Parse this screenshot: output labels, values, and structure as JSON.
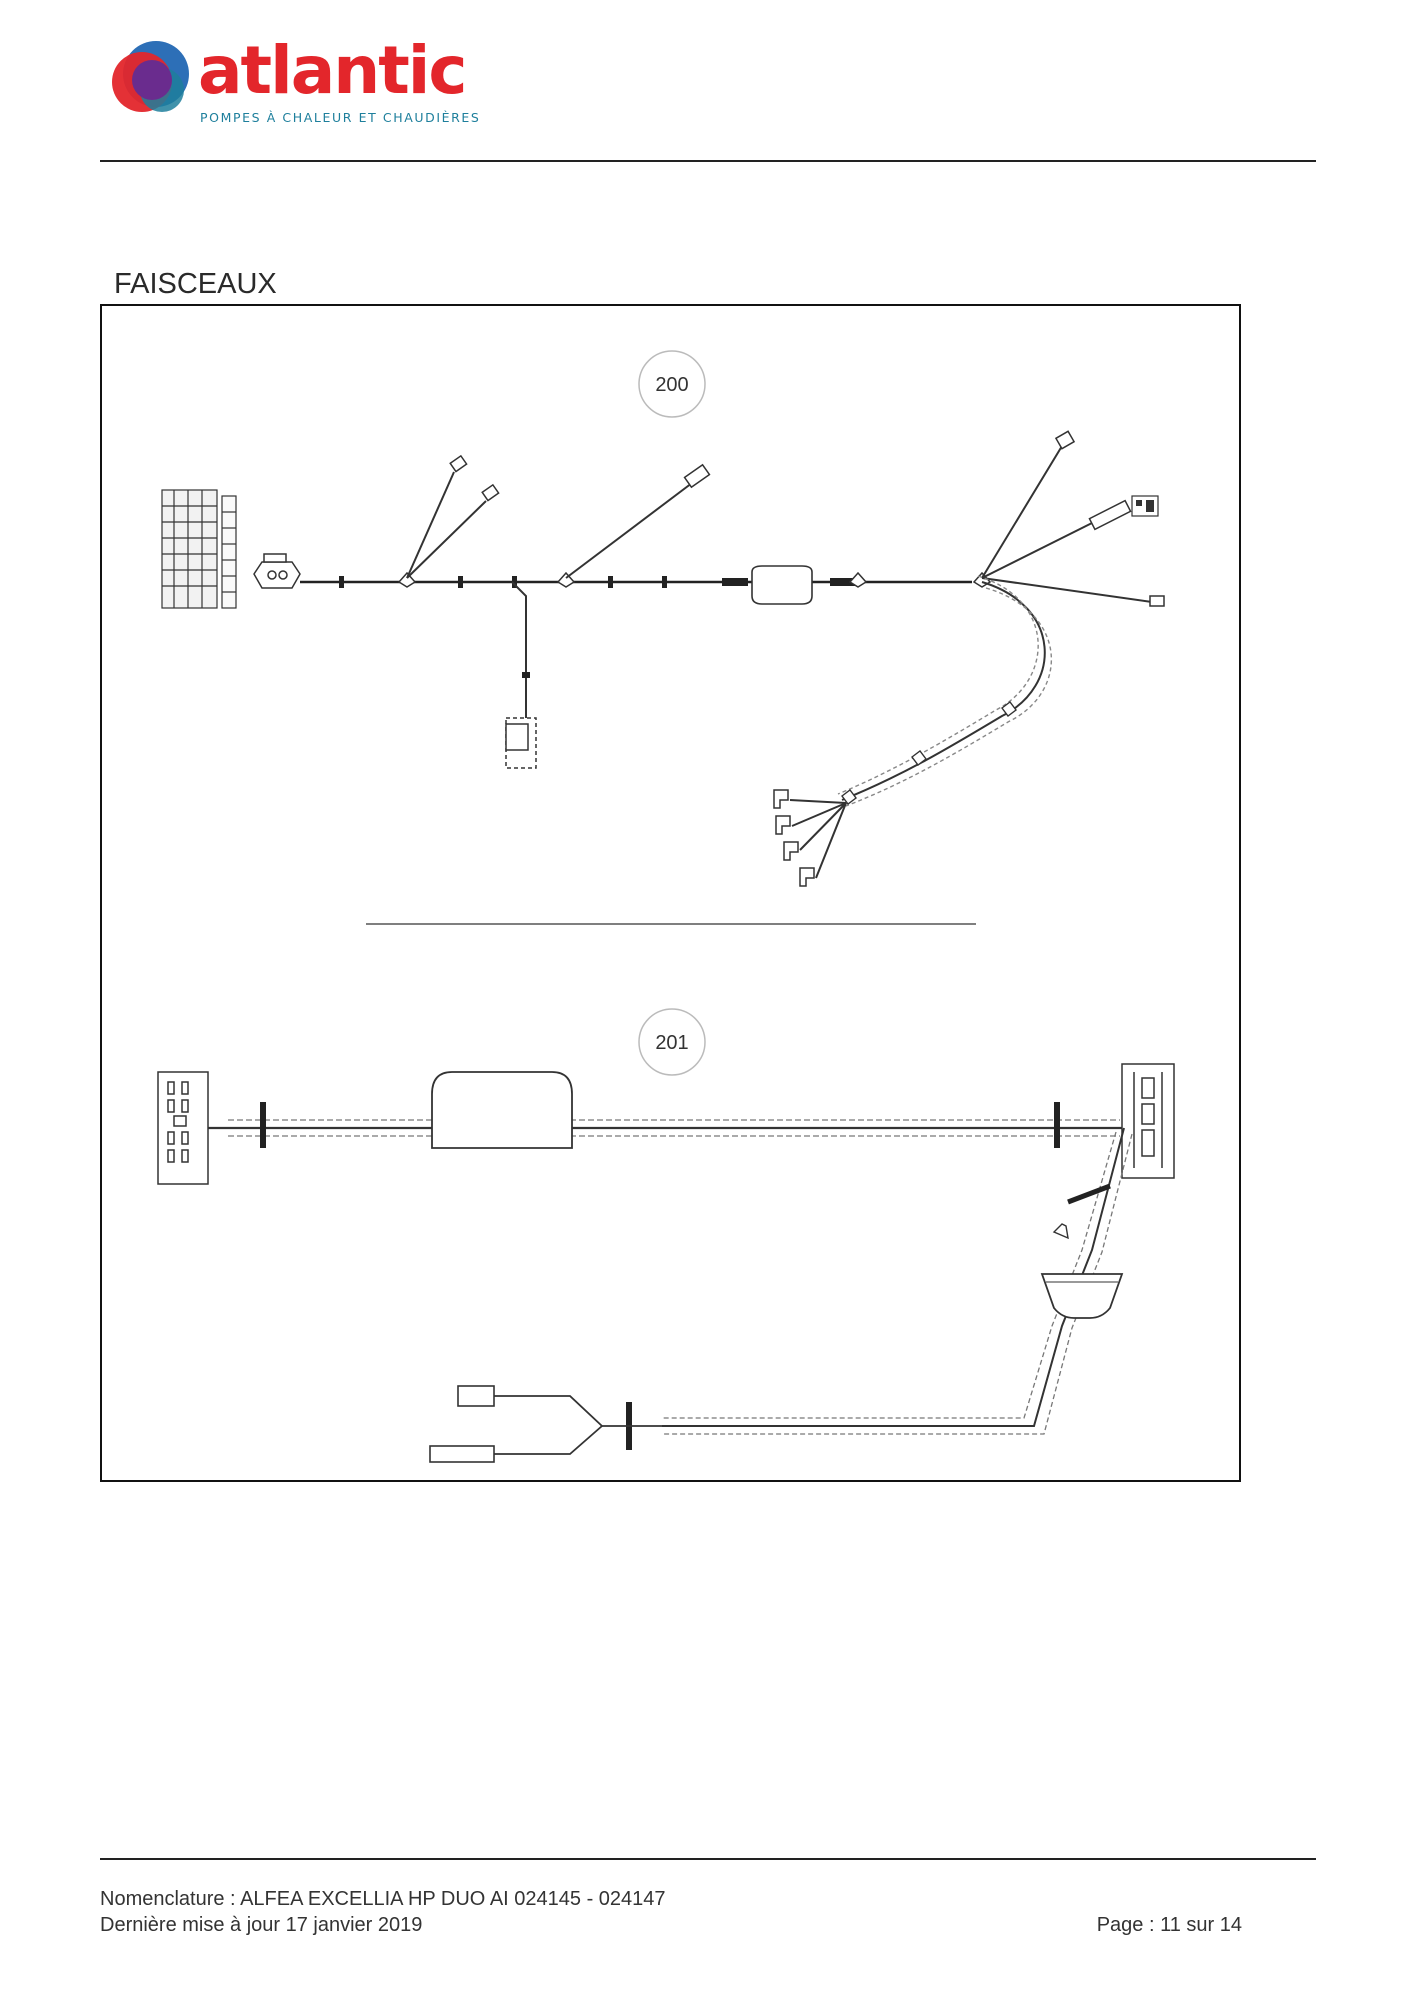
{
  "brand": {
    "name": "atlantic",
    "tagline": "POMPES À CHALEUR ET CHAUDIÈRES",
    "colors": {
      "red": "#e3262b",
      "teal": "#1e7f9c",
      "purple": "#6a2c8e",
      "blue": "#2d6fb7"
    }
  },
  "section": {
    "title": "FAISCEAUX"
  },
  "diagram": {
    "harness_1_ref": "200",
    "harness_2_ref": "201"
  },
  "footer": {
    "nomenclature": "Nomenclature : ALFEA EXCELLIA HP DUO AI 024145 - 024147",
    "updated": "Dernière mise à jour 17 janvier 2019",
    "page": "Page : 11 sur 14"
  }
}
